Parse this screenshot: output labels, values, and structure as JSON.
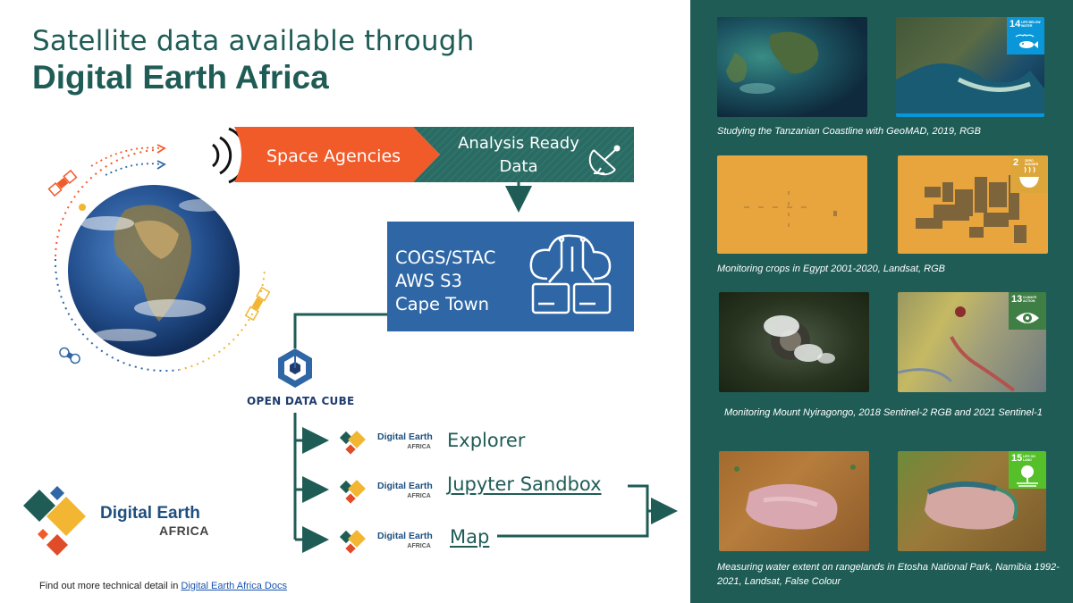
{
  "header": {
    "title_line1": "Satellite data available through",
    "title_line2": "Digital Earth Africa"
  },
  "pipeline": {
    "space_agencies": "Space Agencies",
    "analysis_ready_line1": "Analysis Ready",
    "analysis_ready_line2": "Data",
    "storage_line1": "COGS/STAC",
    "storage_line2": "AWS S3",
    "storage_line3": "Cape Town",
    "open_data_cube": "OPEN DATA CUBE"
  },
  "tools": [
    {
      "brand": "Digital Earth",
      "brand_sub": "AFRICA",
      "label": "Explorer"
    },
    {
      "brand": "Digital Earth",
      "brand_sub": "AFRICA",
      "label": "Jupyter Sandbox"
    },
    {
      "brand": "Digital Earth",
      "brand_sub": "AFRICA",
      "label": "Map"
    }
  ],
  "brand": {
    "name": "Digital Earth",
    "sub": "AFRICA"
  },
  "footer": {
    "text": "Find out more technical detail in ",
    "link_text": "Digital Earth Africa Docs"
  },
  "gallery": [
    {
      "caption": "Studying the Tanzanian Coastline with GeoMAD, 2019, RGB",
      "sdg_number": "14",
      "sdg_text": "LIFE BELOW WATER",
      "sdg_color": "#0a97d9",
      "sdg_icon": "fish-icon"
    },
    {
      "caption": "Monitoring crops in Egypt 2001-2020, Landsat, RGB",
      "sdg_number": "2",
      "sdg_text": "ZERO HUNGER",
      "sdg_color": "#dda63a",
      "sdg_icon": "bowl-icon"
    },
    {
      "caption": "Monitoring Mount Nyiragongo, 2018 Sentinel-2 RGB and 2021 Sentinel-1",
      "sdg_number": "13",
      "sdg_text": "CLIMATE ACTION",
      "sdg_color": "#3f7e44",
      "sdg_icon": "eye-globe-icon"
    },
    {
      "caption": "Measuring water extent on rangelands in Etosha National Park, Namibia 1992-2021, Landsat, False Colour",
      "sdg_number": "15",
      "sdg_text": "LIFE ON LAND",
      "sdg_color": "#56c02b",
      "sdg_icon": "tree-icon"
    }
  ],
  "colors": {
    "teal_dark": "#1e5c55",
    "orange": "#f15a29",
    "storage_blue": "#2f67a6",
    "title_green": "#1f5c56"
  }
}
